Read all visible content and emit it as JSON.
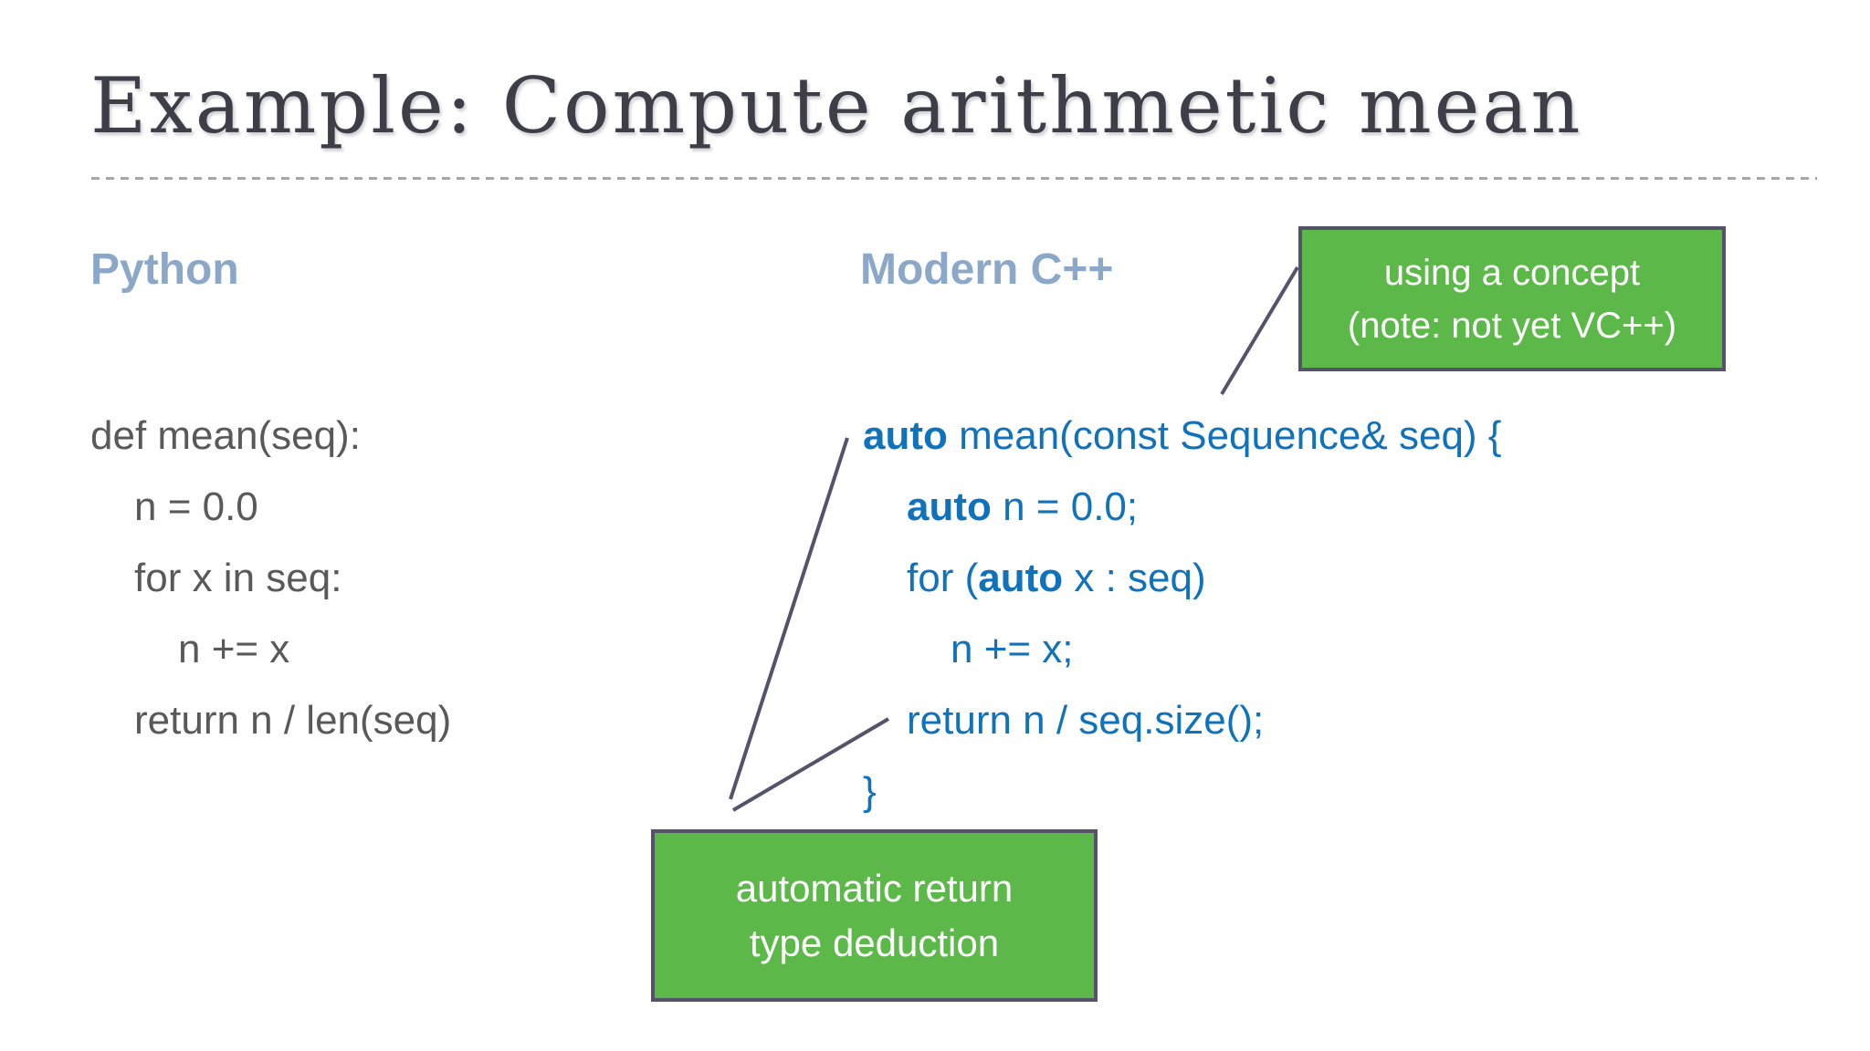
{
  "slide": {
    "title": "Example: Compute arithmetic mean"
  },
  "headings": {
    "python": "Python",
    "cpp": "Modern C++"
  },
  "python_code": {
    "lines": [
      {
        "indent": 0,
        "segments": [
          {
            "text": "def mean(seq):"
          }
        ]
      },
      {
        "indent": 1,
        "segments": [
          {
            "text": "n = 0.0"
          }
        ]
      },
      {
        "indent": 1,
        "segments": [
          {
            "text": "for x in seq:"
          }
        ]
      },
      {
        "indent": 2,
        "segments": [
          {
            "text": "n += x"
          }
        ]
      },
      {
        "indent": 1,
        "segments": [
          {
            "text": "return n / len(seq)"
          }
        ]
      }
    ]
  },
  "cpp_code": {
    "lines": [
      {
        "indent": 0,
        "segments": [
          {
            "text": "auto",
            "bold": true
          },
          {
            "text": " mean(const Sequence& seq) {"
          }
        ]
      },
      {
        "indent": 1,
        "segments": [
          {
            "text": "auto",
            "bold": true
          },
          {
            "text": " n = 0.0;"
          }
        ]
      },
      {
        "indent": 1,
        "segments": [
          {
            "text": "for ("
          },
          {
            "text": "auto",
            "bold": true
          },
          {
            "text": " x : seq)"
          }
        ]
      },
      {
        "indent": 2,
        "segments": [
          {
            "text": "n += x;"
          }
        ]
      },
      {
        "indent": 1,
        "segments": [
          {
            "text": "return n / seq.size();"
          }
        ]
      },
      {
        "indent": 0,
        "segments": [
          {
            "text": "}"
          }
        ]
      }
    ]
  },
  "callouts": {
    "concept": {
      "lines": [
        "using a concept",
        "(note: not yet VC++)"
      ]
    },
    "deduction": {
      "lines": [
        "automatic return",
        "type deduction"
      ]
    }
  },
  "colors": {
    "green": "#5cb848",
    "border": "#53536a",
    "code_blue": "#1172bc",
    "code_gray": "#595959",
    "heading_blue": "#8ca8c8",
    "title": "#3e3e48",
    "dash": "#a6a6a6"
  }
}
